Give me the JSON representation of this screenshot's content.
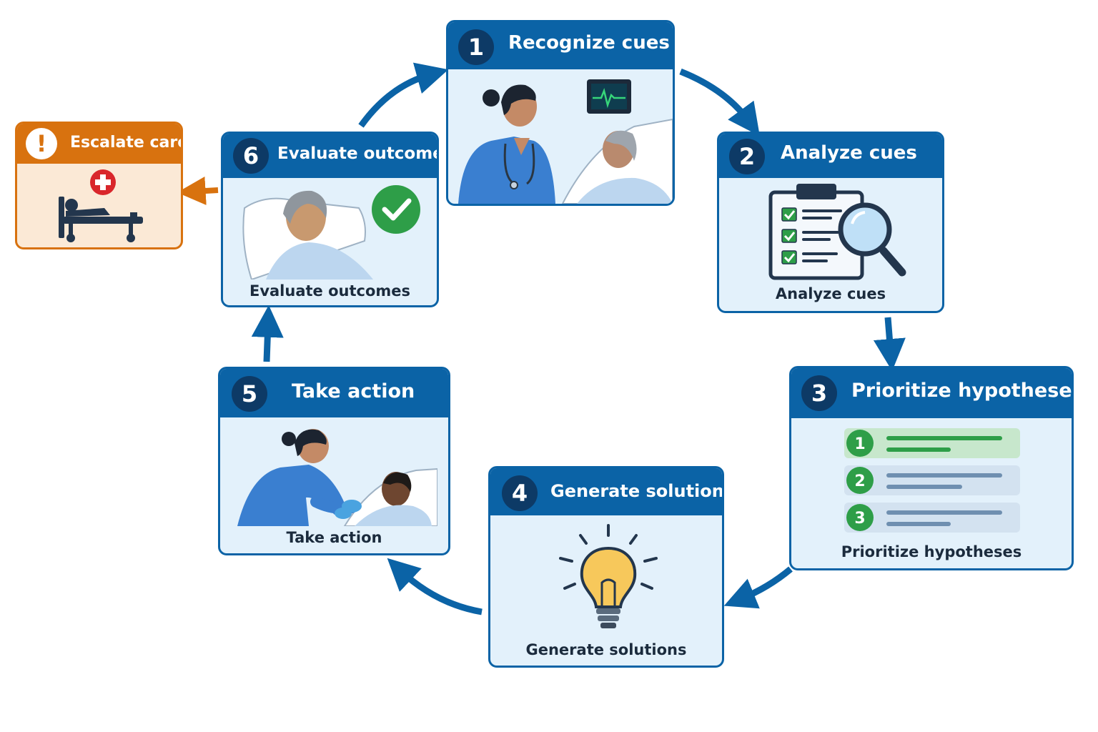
{
  "steps": [
    {
      "number": "1",
      "title": "Recognize cues"
    },
    {
      "number": "2",
      "title": "Analyze cues",
      "caption": "Analyze cues"
    },
    {
      "number": "3",
      "title": "Prioritize hypotheses",
      "caption": "Prioritize hypotheses",
      "ranks": [
        "1",
        "2",
        "3"
      ]
    },
    {
      "number": "4",
      "title": "Generate solutions",
      "caption": "Generate solutions"
    },
    {
      "number": "5",
      "title": "Take action",
      "caption": "Take action"
    },
    {
      "number": "6",
      "title": "Evaluate outcomes",
      "caption": "Evaluate outcomes"
    }
  ],
  "escalate": {
    "title": "Escalate care",
    "alert_symbol": "!"
  },
  "colors": {
    "primary": "#0b63a6",
    "badge": "#0d3a66",
    "card_bg": "#e3f1fb",
    "escalate": "#d8720f",
    "escalate_bg": "#fbe9d6",
    "success": "#2e9e48",
    "alert_red": "#d9262b"
  },
  "icons": [
    "nurse-icon",
    "patient-in-bed-icon",
    "heart-monitor-icon",
    "clipboard-checklist-icon",
    "magnifier-icon",
    "priority-list-icon",
    "lightbulb-icon",
    "checkmark-icon",
    "hospital-bed-icon",
    "medical-cross-icon",
    "alert-icon"
  ]
}
